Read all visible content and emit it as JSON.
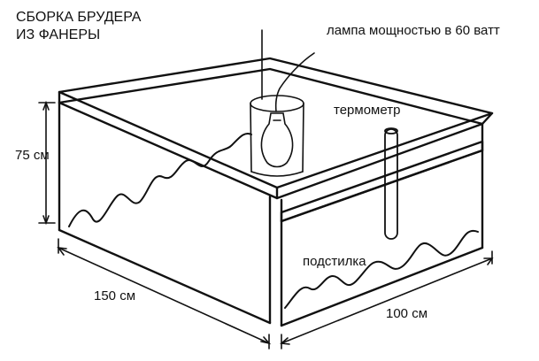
{
  "title_line1": "СБОРКА БРУДЕРА",
  "title_line2": "ИЗ ФАНЕРЫ",
  "labels": {
    "lamp": "лампа мощностью в 60 ватт",
    "thermometer": "термометр",
    "height": "75 см",
    "litter": "подстилка",
    "length": "150 см",
    "width": "100 см"
  }
}
